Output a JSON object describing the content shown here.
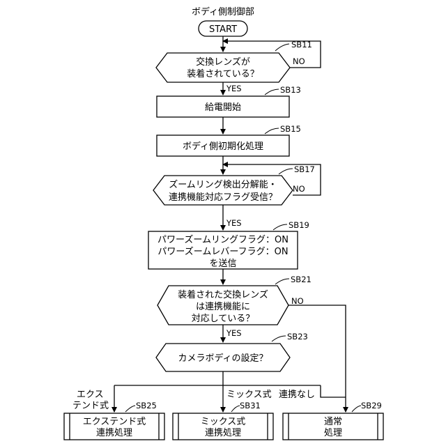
{
  "title": "ボディ側制御部",
  "start": "START",
  "nodes": {
    "sb11": {
      "id": "SB11",
      "lines": [
        "交換レンズが",
        "装着されている？"
      ],
      "no": "NO",
      "yes": "YES"
    },
    "sb13": {
      "id": "SB13",
      "lines": [
        "給電開始"
      ]
    },
    "sb15": {
      "id": "SB15",
      "lines": [
        "ボディ側初期化処理"
      ]
    },
    "sb17": {
      "id": "SB17",
      "lines": [
        "ズームリング検出分解能・",
        "連携機能対応フラグ受信？"
      ],
      "no": "NO",
      "yes": "YES"
    },
    "sb19": {
      "id": "SB19",
      "lines": [
        "パワーズームリングフラグ：ON",
        "パワーズームレバーフラグ：ON",
        "を送信"
      ]
    },
    "sb21": {
      "id": "SB21",
      "lines": [
        "装着された交換レンズ",
        "は連携機能に",
        "対応している？"
      ],
      "no": "NO",
      "yes": "YES"
    },
    "sb23": {
      "id": "SB23",
      "lines": [
        "カメラボディの設定？"
      ]
    },
    "sb25": {
      "id": "SB25",
      "lines": [
        "エクステンド式",
        "連携処理"
      ]
    },
    "sb31": {
      "id": "SB31",
      "lines": [
        "ミックス式",
        "連携処理"
      ]
    },
    "sb29": {
      "id": "SB29",
      "lines": [
        "通常",
        "処理"
      ]
    }
  },
  "branches": {
    "extend": [
      "エクス",
      "テンド式"
    ],
    "mix": "ミックス式",
    "none": "連携なし"
  }
}
